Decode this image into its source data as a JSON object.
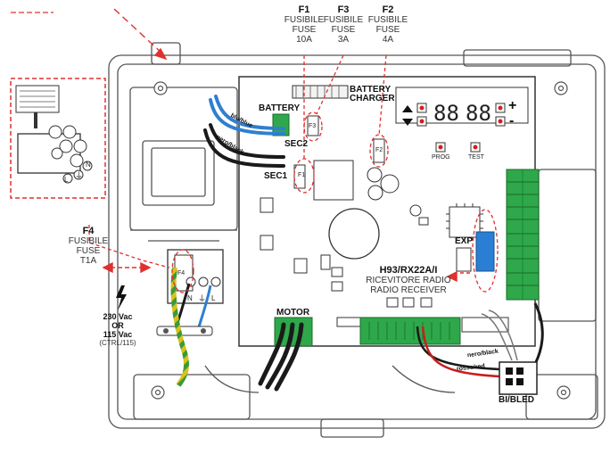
{
  "fuses": [
    {
      "id": "F1",
      "line1": "FUSIBILE",
      "line2": "FUSE",
      "rating": "10A"
    },
    {
      "id": "F3",
      "line1": "FUSIBILE",
      "line2": "FUSE",
      "rating": "3A"
    },
    {
      "id": "F2",
      "line1": "FUSIBILE",
      "line2": "FUSE",
      "rating": "4A"
    },
    {
      "id": "F4",
      "line1": "FUSIBILE",
      "line2": "FUSE",
      "rating": "T1A"
    }
  ],
  "board_labels": {
    "battery_charger_1": "BATTERY",
    "battery_charger_2": "CHARGER",
    "battery": "BATTERY",
    "sec2": "SEC2",
    "sec1": "SEC1",
    "blu_blue": "blu/blue",
    "nero_black": "nero/black",
    "f1": "F1",
    "f2": "F2",
    "f3": "F3",
    "f4": "F4",
    "prog": "PROG",
    "test": "TEST",
    "plus": "+",
    "minus": "-",
    "exp": "EXP",
    "motor": "MOTOR",
    "nero_black_2": "nero/black",
    "rosso_red": "rosso/red",
    "bi_bled": "BI/BLED"
  },
  "receiver": {
    "model": "H93/RX22A/I",
    "line1": "RICEVITORE RADIO",
    "line2": "RADIO RECEIVER"
  },
  "power": {
    "v230": "230 Vac",
    "or": "OR",
    "v115": "115 Vac",
    "ctrl": "(CTRL/115)"
  },
  "terminals": {
    "n": "N",
    "l": "L",
    "earth": "⏚"
  },
  "display_digits": [
    "88",
    "88"
  ],
  "colors": {
    "callout_red": "#e03030",
    "wire_blue": "#2f7fd0",
    "wire_black": "#1a1a1a",
    "board_fill": "#ffffff",
    "terminal_green": "#2ea84a",
    "exp_blue": "#2a7fd4",
    "ground_yellow": "#d9c11c",
    "ground_green": "#3a9a3a"
  }
}
